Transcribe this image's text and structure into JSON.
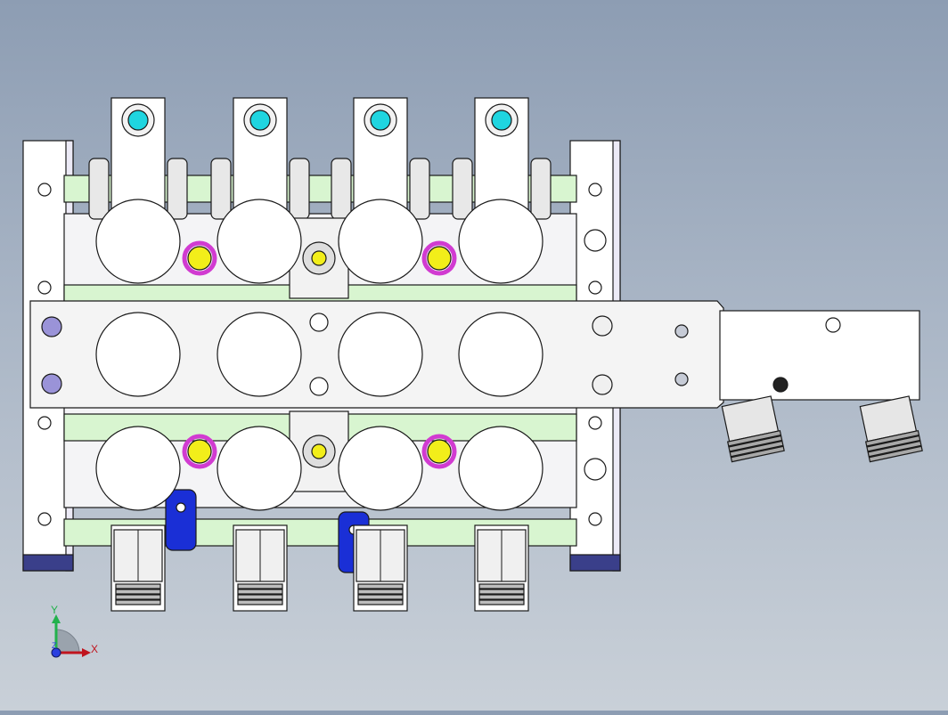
{
  "viewport": {
    "background_top": "#8d9db3",
    "background_bottom": "#c9d0d8",
    "part_fill": "#ffffff",
    "edge_color": "#1a1a1a",
    "rod_color": "#d8f5d0",
    "pin_cyan": "#1fd5e0",
    "pin_yellow": "#f2ee1a",
    "clip_magenta": "#d13bd1",
    "block_blue": "#1a2fd6",
    "end_cap_navy": "#3a3f8a",
    "hole_lavender": "#9a93d8"
  },
  "model": {
    "icons": {
      "cylinder_head": "circle-pad",
      "fitting": "push-in-fitting",
      "pin": "dowel-pin",
      "clip": "retaining-clip"
    }
  },
  "triad": {
    "x_label": "X",
    "y_label": "Y",
    "z_label": "Z"
  }
}
